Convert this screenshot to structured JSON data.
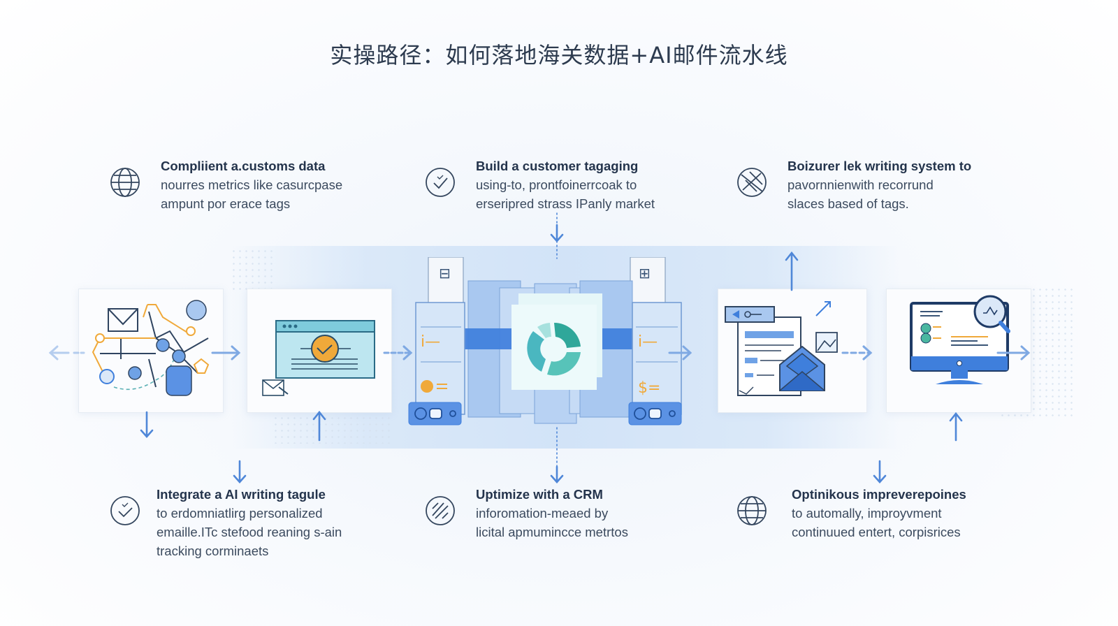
{
  "title": "实操路径：如何落地海关数据+AI邮件流水线",
  "colors": {
    "primary_blue": "#3f7fdc",
    "light_blue": "#a9c8f0",
    "teal": "#4fc2c0",
    "orange": "#f0a93a",
    "text_dark": "#24344c",
    "text_body": "#3b4a5e"
  },
  "top_steps": [
    {
      "icon": "globe-icon",
      "heading": "Compliient a.customs data",
      "lines": [
        "nourres metrics like casurcpase",
        "ampunt por erace tags"
      ]
    },
    {
      "icon": "check-circle-icon",
      "heading": "Build a customer tagaging",
      "lines": [
        "using-to, prontfoinerrcoak to",
        "erseripred strass IPanly market"
      ]
    },
    {
      "icon": "globe-network-icon",
      "heading": "Boizurer lek writing system to",
      "lines": [
        "pavornnienwith recorrund",
        "slaces based of tags."
      ]
    }
  ],
  "bottom_steps": [
    {
      "icon": "check-circle-icon",
      "heading": "Integrate a AI writing tagule",
      "lines": [
        "to erdomniatlirg personalized",
        "emaille.ITc stefood reaning s-ain",
        "tracking corminaets"
      ]
    },
    {
      "icon": "tools-circle-icon",
      "heading": "Uptimize with a CRM",
      "lines": [
        "inforomation-meaed by",
        "licital apmumincce metrtos"
      ]
    },
    {
      "icon": "globe-icon",
      "heading": "Optinikous impreverepoines",
      "lines": [
        "to automally, improyvment",
        "continuued entert, corpisrices"
      ]
    }
  ],
  "pipeline": [
    {
      "name": "network-sources",
      "icon": "data-network-icon"
    },
    {
      "name": "browser-email",
      "icon": "browser-mail-icon"
    },
    {
      "name": "server-hub",
      "icon": "server-cluster-icon",
      "center_icon": "cycle-refresh-icon"
    },
    {
      "name": "document-mail",
      "icon": "document-envelope-icon"
    },
    {
      "name": "monitor-analytics",
      "icon": "monitor-search-icon"
    }
  ]
}
